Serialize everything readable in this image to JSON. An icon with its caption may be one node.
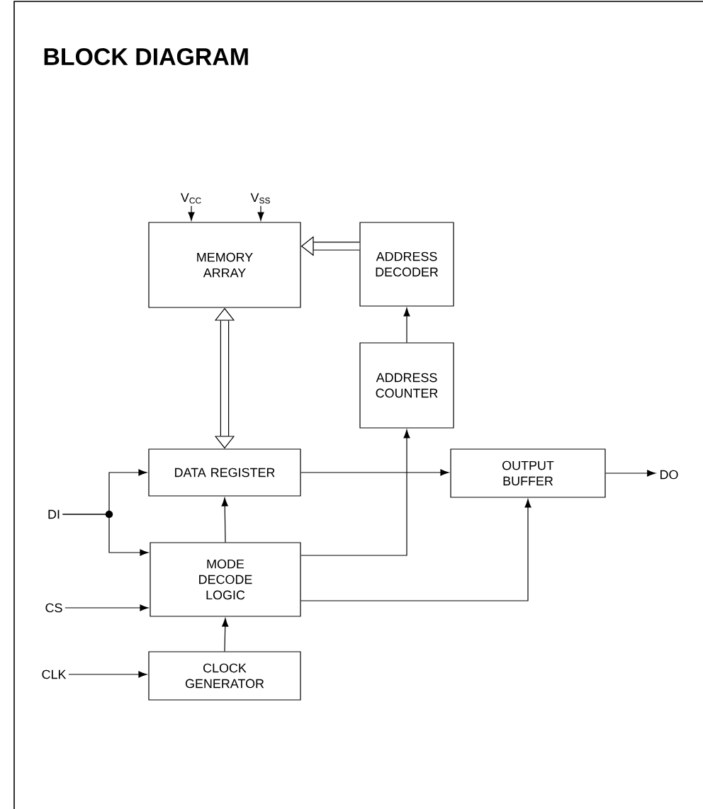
{
  "diagram": {
    "title": "BLOCK DIAGRAM",
    "nodes": [
      {
        "text": [
          "MEMORY ARRAY"
        ]
      },
      {
        "text": [
          "ADDRESS DECODER"
        ]
      },
      {
        "text": [
          "ADDRESS COUNTER"
        ]
      },
      {
        "text": [
          "DATA REGISTER"
        ]
      },
      {
        "text": [
          "OUTPUT BUFFER"
        ]
      },
      {
        "text": [
          "MODE DECODE LOGIC"
        ]
      },
      {
        "text": [
          "CLOCK GENERATOR"
        ]
      },
      {
        "text": [
          "V$_{CC}$"
        ]
      },
      {
        "text": [
          "V$_{SS}$"
        ]
      },
      {
        "text": [
          "DI"
        ]
      },
      {
        "text": [
          "CS"
        ]
      },
      {
        "text": [
          "CLK"
        ]
      },
      {
        "text": [
          "DO"
        ]
      }
    ],
    "edges": [
      {
        "from": 7,
        "to": 0,
        "arrow": "to"
      },
      {
        "from": 8,
        "to": 0,
        "arrow": "to"
      },
      {
        "from": 1,
        "to": 0,
        "arrow": "to",
        "style": "thick"
      },
      {
        "from": 2,
        "to": 1,
        "arrow": "to"
      },
      {
        "from": 0,
        "to": 3,
        "arrow": "both",
        "style": "thick"
      },
      {
        "from": 9,
        "to": 3,
        "arrow": "to"
      },
      {
        "from": 9,
        "to": 5,
        "arrow": "to"
      },
      {
        "from": 5,
        "to": 3,
        "arrow": "to"
      },
      {
        "from": 3,
        "to": 4,
        "arrow": "to"
      },
      {
        "from": 5,
        "to": 2,
        "arrow": "to"
      },
      {
        "from": 5,
        "to": 4,
        "arrow": "to"
      },
      {
        "from": 10,
        "to": 5,
        "arrow": "to"
      },
      {
        "from": 11,
        "to": 6,
        "arrow": "to"
      },
      {
        "from": 6,
        "to": 5,
        "arrow": "to"
      },
      {
        "from": 4,
        "to": 12,
        "arrow": "to"
      }
    ]
  }
}
